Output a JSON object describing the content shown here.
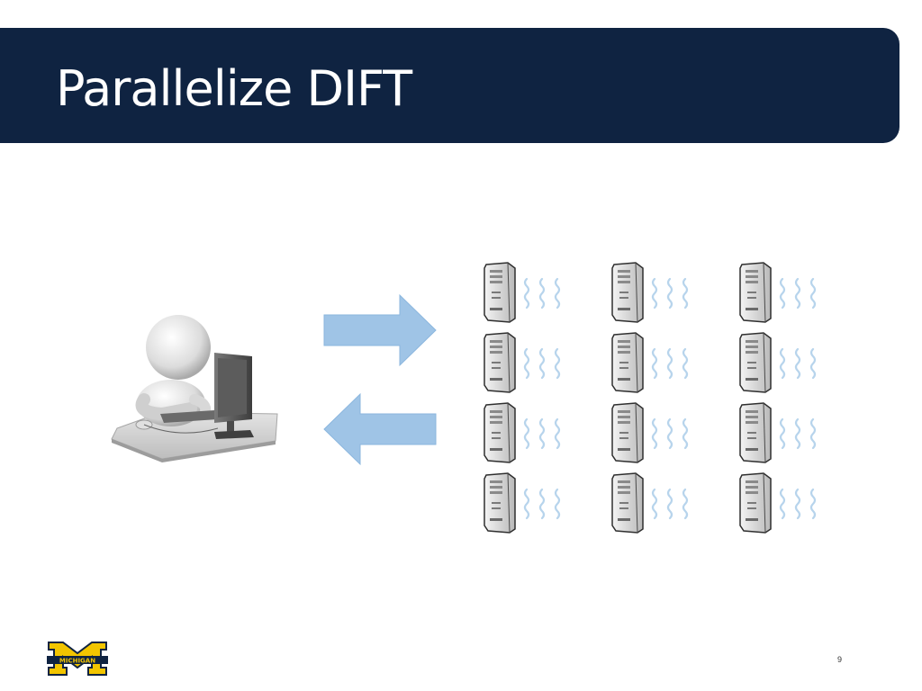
{
  "slide": {
    "title": "Parallelize DIFT",
    "page_number": "9"
  },
  "logo": {
    "text": "MICHIGAN"
  },
  "colors": {
    "title_bar": "#0f2341",
    "arrow_fill": "#9fc4e6",
    "wave_stroke": "#b7d4ec",
    "logo_maize": "#f2c500",
    "logo_blue": "#0f2341"
  },
  "icons": {
    "user": "person-at-computer-icon",
    "server": "server-tower-icon",
    "wave": "thread-wave-icon",
    "arrow_send": "arrow-right-icon",
    "arrow_return": "arrow-left-icon"
  },
  "server_grid": {
    "rows": 4,
    "columns": 3,
    "threads_per_server": 3
  }
}
